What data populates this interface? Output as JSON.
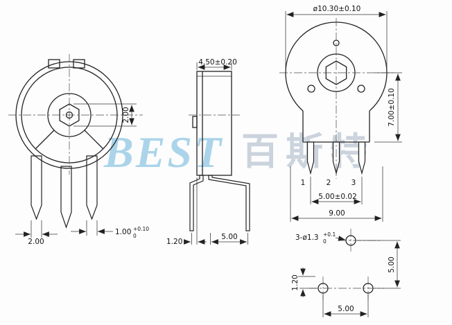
{
  "watermark": {
    "brand": "BEST",
    "cjk": "百斯特"
  },
  "front_view": {
    "hex_dim": "2.00",
    "pin_offset_dim": "2.00",
    "pin_width_dim": "1.00",
    "pin_width_tol_plus": "+0.10",
    "pin_width_tol_minus": "0"
  },
  "side_view": {
    "depth_dim": "4.50±0.20",
    "front_offset_dim": "1.20",
    "bend_dim": "5.00"
  },
  "main_view": {
    "diameter_dim": "ø10.30±0.10",
    "height_dim": "7.00±0.10",
    "pins": [
      "1",
      "2",
      "3"
    ],
    "pitch_dim": "5.00±0.02",
    "width_dim": "9.00"
  },
  "footprint": {
    "hole_callout": "3-ø1.3",
    "hole_tol_plus": "+0.1",
    "hole_tol_minus": "0",
    "row_offset_dim": "5.00",
    "edge_offset_dim": "1.20",
    "pitch_dim": "5.00"
  }
}
